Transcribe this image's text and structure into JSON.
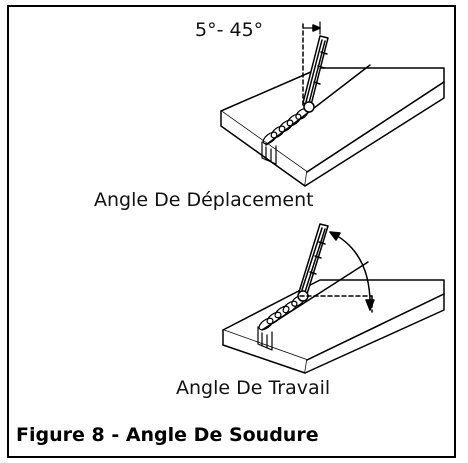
{
  "angle_range_label": "5°- 45°",
  "caption_travel_angle": "Angle De Déplacement",
  "caption_work_angle": "Angle De Travail",
  "figure_caption": "Figure 8 - Angle De Soudure"
}
